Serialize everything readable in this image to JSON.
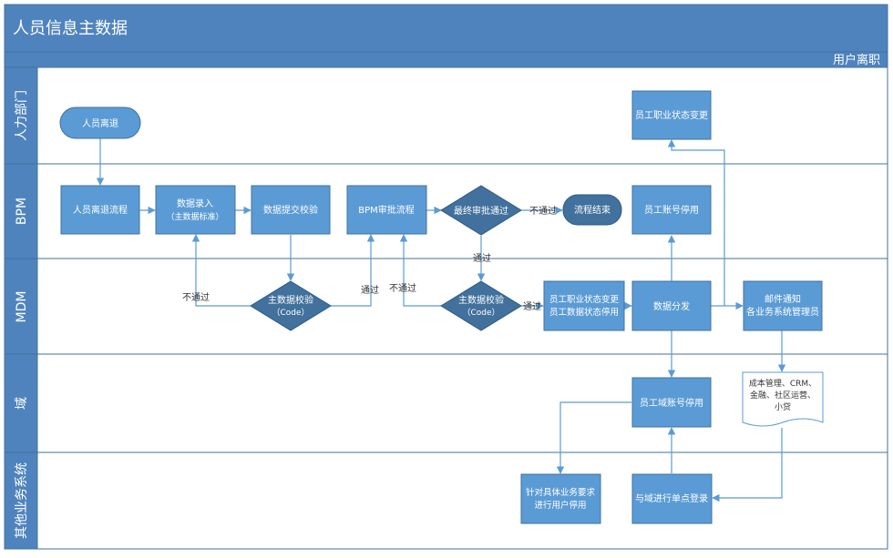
{
  "header": {
    "title": "人员信息主数据",
    "section": "用户离职"
  },
  "lanes": [
    {
      "id": "hr",
      "label": "人力部门"
    },
    {
      "id": "bpm",
      "label": "BPM"
    },
    {
      "id": "mdm",
      "label": "MDM"
    },
    {
      "id": "domain",
      "label": "域"
    },
    {
      "id": "other",
      "label": "其他业务系统"
    }
  ],
  "nodes": {
    "leave": {
      "label": "人员离退"
    },
    "status_change_hr": {
      "label": "员工职业状态变更"
    },
    "leave_flow": {
      "label": "人员离退流程"
    },
    "data_entry": {
      "lines": [
        "数据录入",
        "（主数据标准）"
      ]
    },
    "data_submit_check": {
      "label": "数据提交校验"
    },
    "bpm_approval": {
      "label": "BPM审批流程"
    },
    "final_approval": {
      "label": "最终审批通过"
    },
    "flow_end": {
      "label": "流程结束"
    },
    "account_disable": {
      "label": "员工账号停用"
    },
    "md_check_1": {
      "lines": [
        "主数据校验",
        "（Code）"
      ]
    },
    "md_check_2": {
      "lines": [
        "主数据校验",
        "（Code）"
      ]
    },
    "status_change_mdm": {
      "lines": [
        "员工职业状态变更",
        "员工数据状态停用"
      ]
    },
    "data_dispatch": {
      "label": "数据分发"
    },
    "mail_notify": {
      "lines": [
        "邮件通知",
        "各业务系统管理员"
      ]
    },
    "systems_doc": {
      "lines": [
        "成本管理、CRM、",
        "金融、社区运营、",
        "小贷"
      ]
    },
    "domain_disable": {
      "label": "员工域账号停用"
    },
    "user_disable": {
      "lines": [
        "针对具体业务要求",
        "进行用户停用"
      ]
    },
    "sso_login": {
      "label": "与域进行单点登录"
    }
  },
  "edges": {
    "pass_1": "通过",
    "fail_1": "不通过",
    "pass_2": "通过",
    "fail_2": "不通过",
    "pass_3": "通过",
    "fail_3": "不通过"
  },
  "colors": {
    "header_bg": "#4f83be",
    "lane_label_bg": "#4f83be",
    "node_fill": "#5b9bd5",
    "border": "#41719c",
    "arrow": "#5b9bd5"
  }
}
